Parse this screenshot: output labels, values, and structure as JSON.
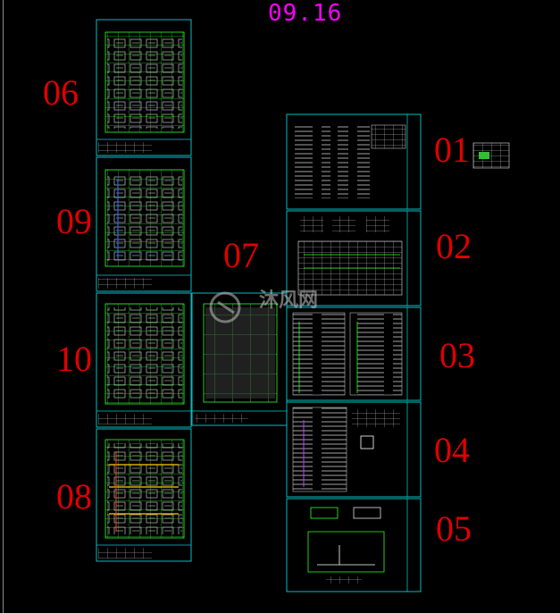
{
  "drawing": {
    "title": "09.16",
    "labels": {
      "s01": "01",
      "s02": "02",
      "s03": "03",
      "s04": "04",
      "s05": "05",
      "s06": "06",
      "s07": "07",
      "s08": "08",
      "s09": "09",
      "s10": "10"
    },
    "watermark": "沐风网",
    "colors": {
      "background": "#000000",
      "title": "#ff00ff",
      "sheet_number": "#e00000",
      "sheet_border": "#00c0c0",
      "grid": "#30ff30",
      "line": "#ffffff"
    }
  }
}
